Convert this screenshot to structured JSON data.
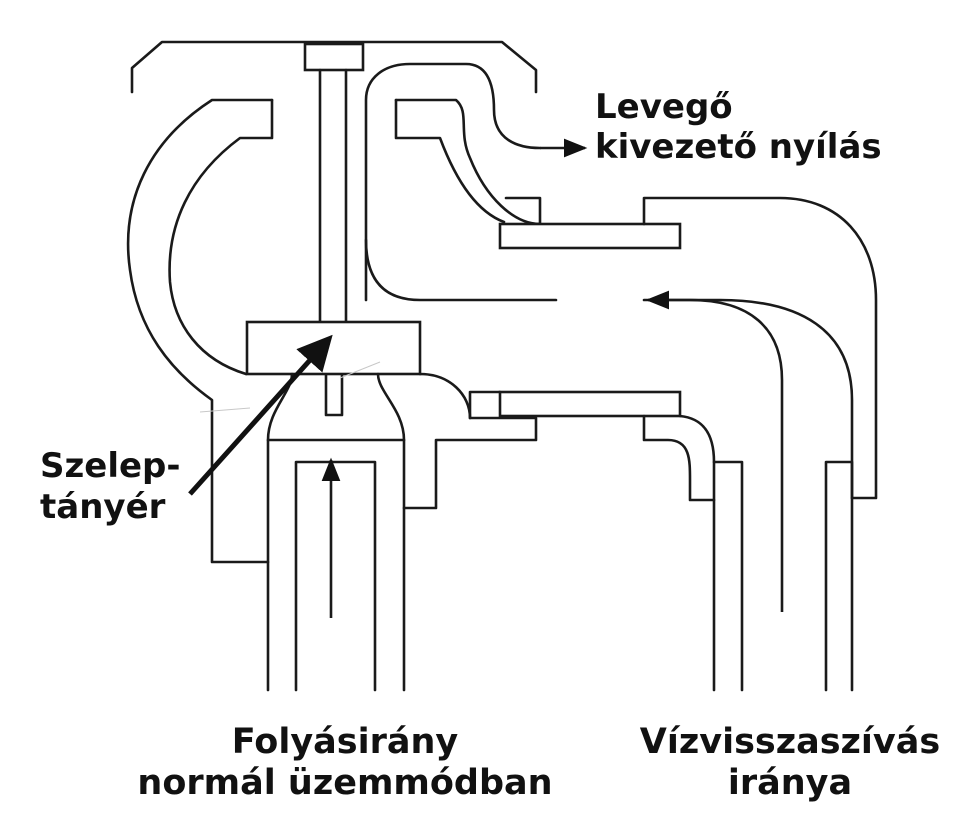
{
  "labels": {
    "air_outlet": [
      "Levegő",
      "kivezető nyílás"
    ],
    "valve_disc": [
      "Szelep-",
      "tányér"
    ],
    "flow_normal": [
      "Folyásirány",
      "normál üzemmódban"
    ],
    "backflow": [
      "Vízvisszaszívás",
      "iránya"
    ]
  },
  "colors": {
    "line": "#1a1a1a",
    "text": "#111111",
    "background": "#ffffff"
  }
}
